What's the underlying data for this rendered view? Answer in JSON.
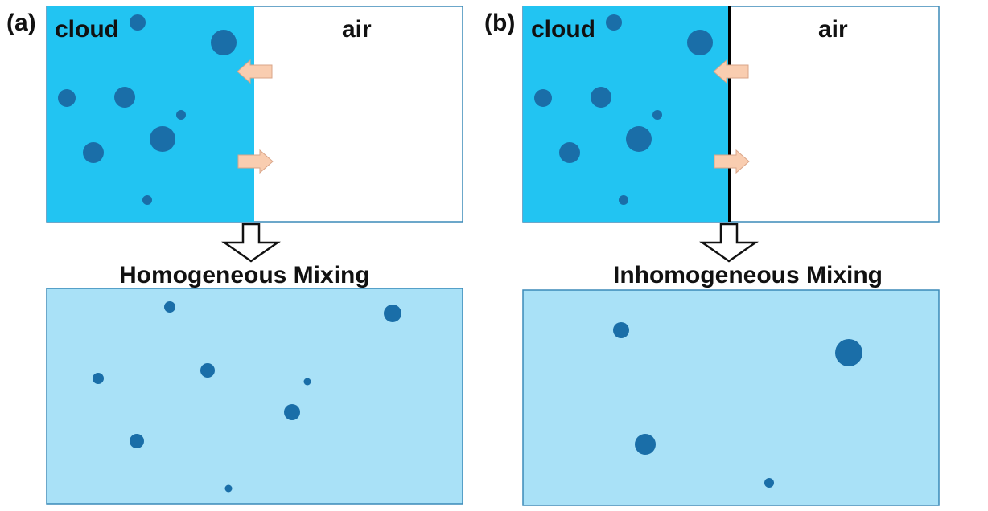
{
  "colors": {
    "cloud": "#22c4f2",
    "droplet": "#1a6ea8",
    "mixed": "#a9e1f7",
    "arrow_fill": "#f9cdb0",
    "arrow_stroke": "#d9a588",
    "border": "#3b8ab8",
    "interface_line": "#000000"
  },
  "panel_a": {
    "label": "(a)",
    "cloud_label": "cloud",
    "air_label": "air",
    "result_title": "Homogeneous Mixing"
  },
  "panel_b": {
    "label": "(b)",
    "cloud_label": "cloud",
    "air_label": "air",
    "result_title": "Inhomogeneous Mixing"
  },
  "icons": [
    "left-arrow-icon",
    "right-arrow-icon",
    "down-hollow-arrow-icon",
    "droplet-icon"
  ]
}
